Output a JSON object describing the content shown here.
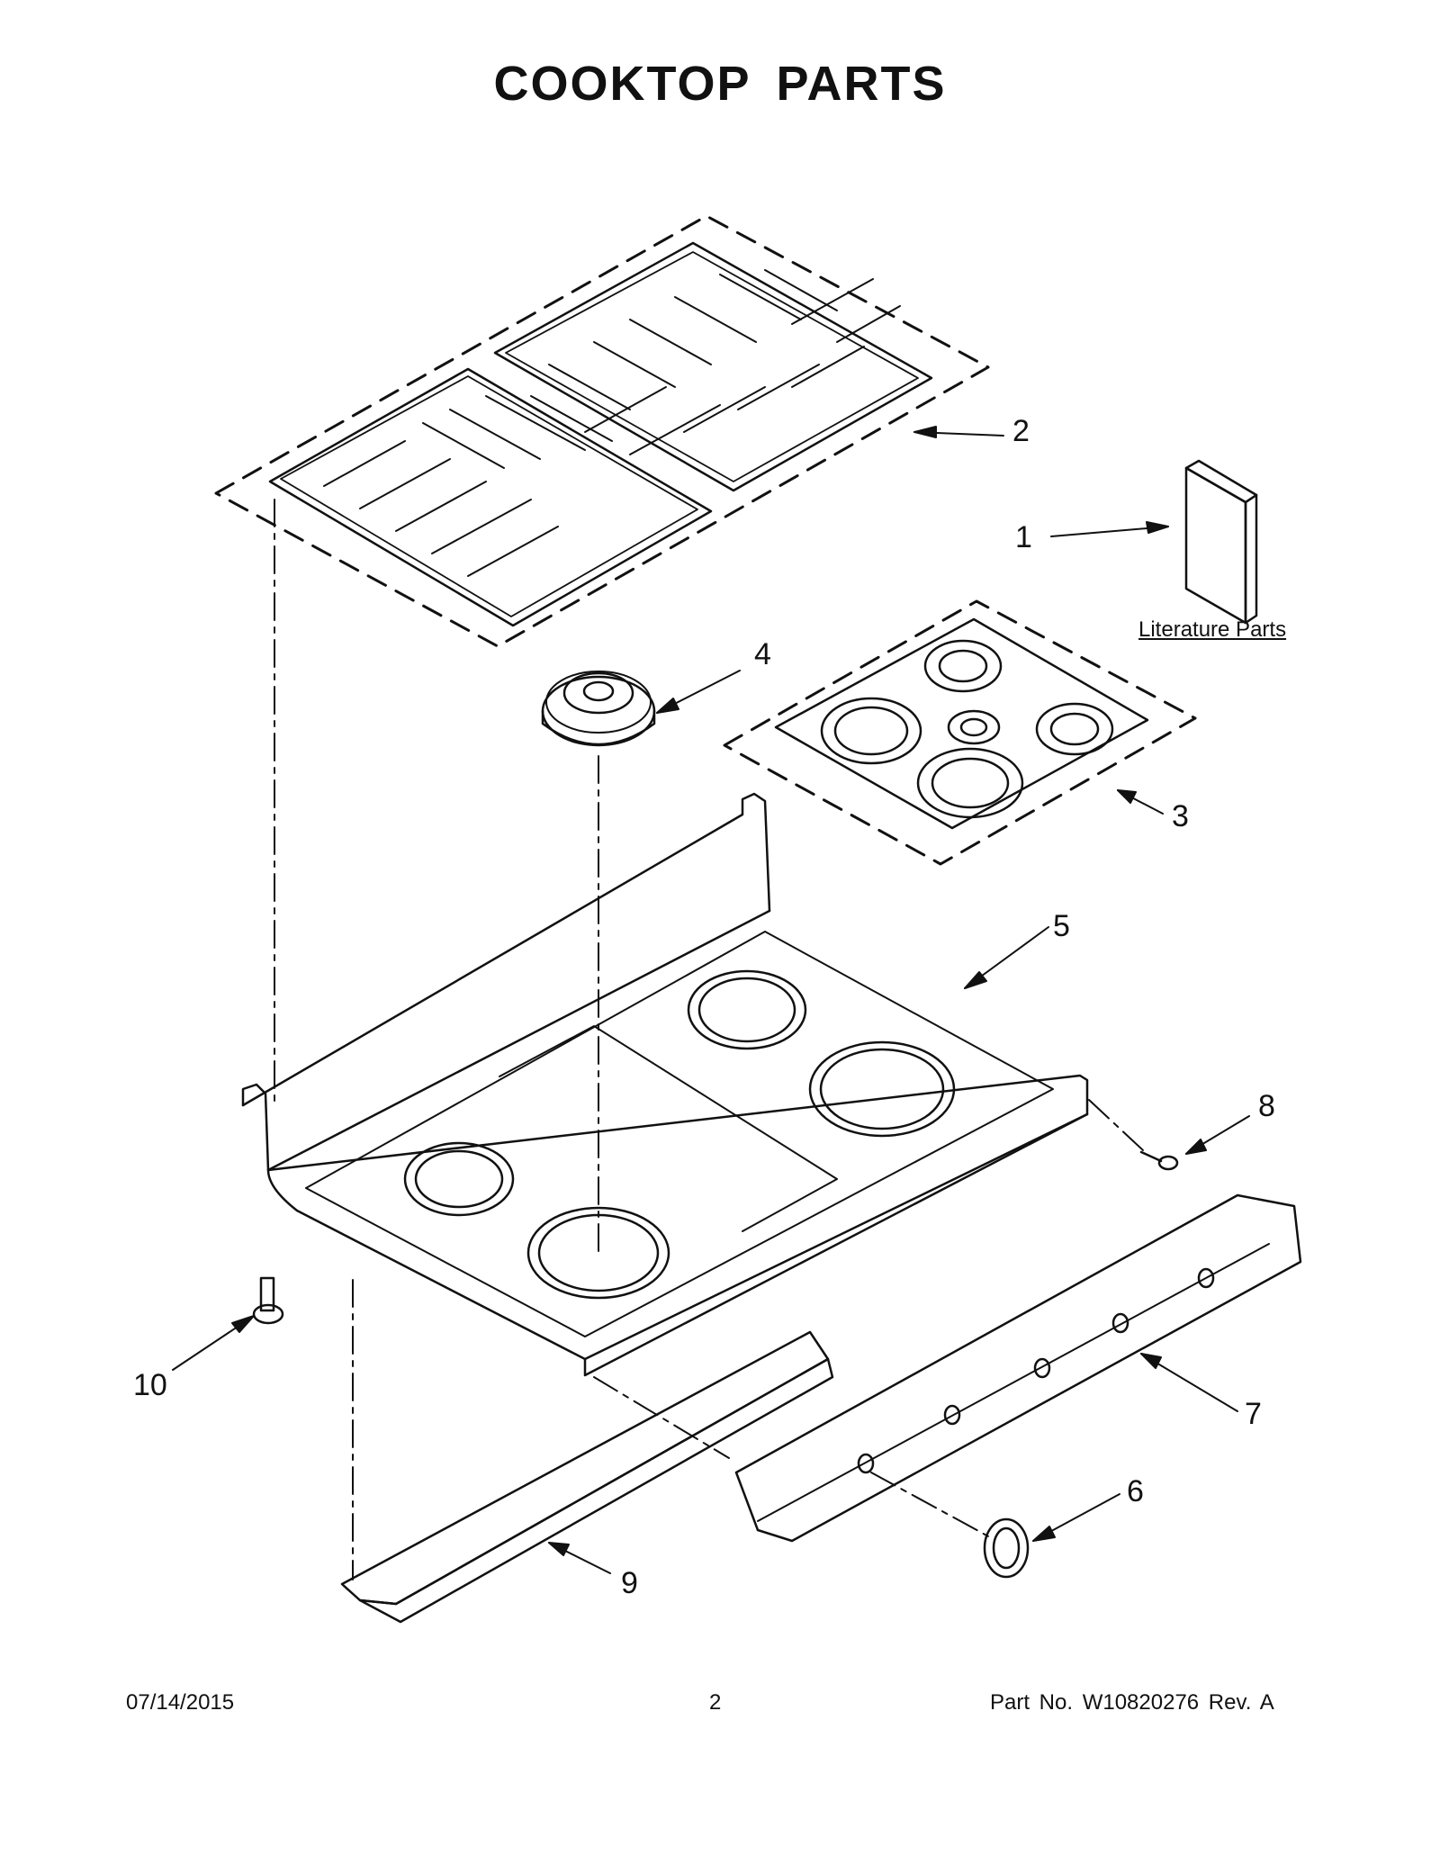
{
  "title": "COOKTOP  PARTS",
  "callouts": {
    "c1": "1",
    "c2": "2",
    "c3": "3",
    "c4": "4",
    "c5": "5",
    "c6": "6",
    "c7": "7",
    "c8": "8",
    "c9": "9",
    "c10": "10"
  },
  "literature_label": "Literature Parts",
  "footer": {
    "date": "07/14/2015",
    "page": "2",
    "part_number": "Part No.  W10820276  Rev.  A"
  }
}
